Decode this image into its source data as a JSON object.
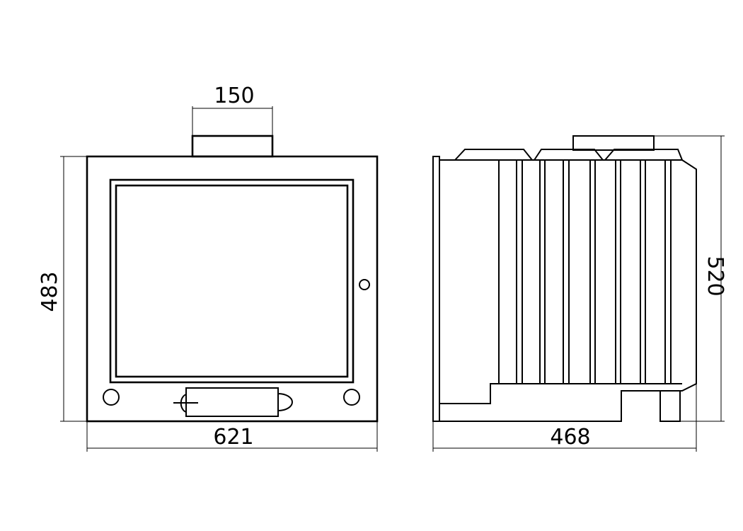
{
  "drawing": {
    "front_view": {
      "flue_width": "150",
      "width": "621",
      "height": "483"
    },
    "side_view": {
      "depth": "468",
      "height": "520"
    }
  }
}
